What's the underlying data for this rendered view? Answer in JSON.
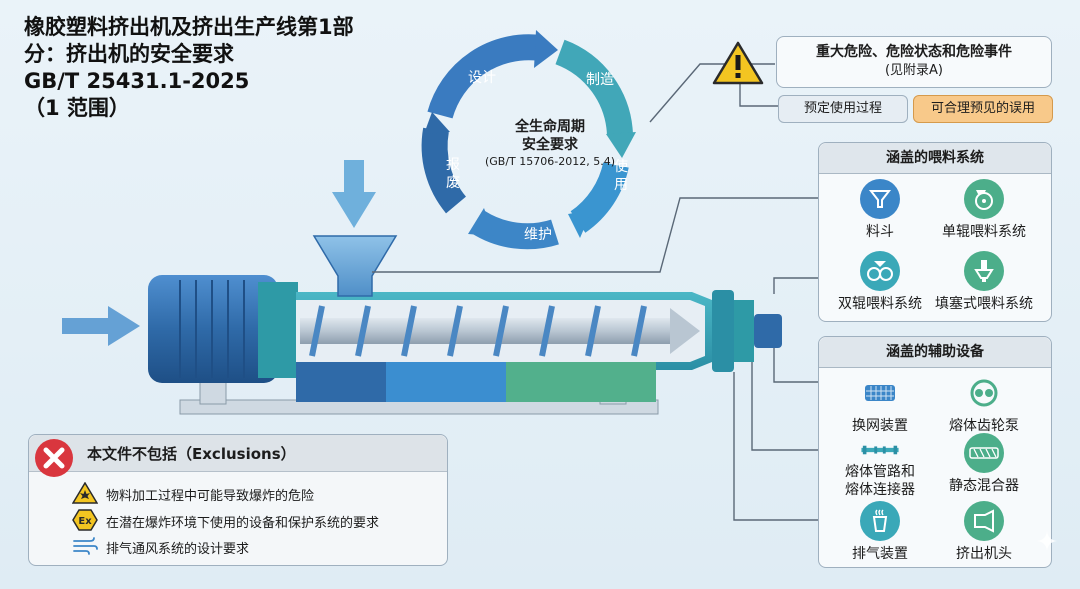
{
  "title": {
    "line1": "橡胶塑料挤出机及挤出生产线第1部",
    "line2": "分：挤出机的安全要求",
    "line3": "GB/T 25431.1-2025",
    "line4": "（1 范围）"
  },
  "lifecycle": {
    "center_line1": "全生命周期",
    "center_line2": "安全要求",
    "center_ref": "(GB/T 15706-2012, 5.4)",
    "stages": [
      "设计",
      "制造",
      "使用",
      "维护",
      "报废"
    ]
  },
  "hazards": {
    "title": "重大危险、危险状态和危险事件",
    "subtitle": "(见附录A)",
    "chip_intended": "预定使用过程",
    "chip_misuse": "可合理预见的误用",
    "icon": "warning-triangle-icon"
  },
  "feeding": {
    "header": "涵盖的喂料系统",
    "items": [
      {
        "label": "料斗",
        "icon": "hopper-icon"
      },
      {
        "label": "单辊喂料系统",
        "icon": "single-roller-icon"
      },
      {
        "label": "双辊喂料系统",
        "icon": "double-roller-icon"
      },
      {
        "label": "填塞式喂料系统",
        "icon": "stuffing-feeder-icon"
      }
    ]
  },
  "auxiliary": {
    "header": "涵盖的辅助设备",
    "items": [
      {
        "label": "换网装置",
        "icon": "screen-changer-icon"
      },
      {
        "label": "熔体齿轮泵",
        "icon": "gear-pump-icon"
      },
      {
        "label": "熔体管路和",
        "label2": "熔体连接器",
        "icon": "melt-pipe-icon"
      },
      {
        "label": "静态混合器",
        "icon": "static-mixer-icon"
      },
      {
        "label": "排气装置",
        "icon": "vent-icon"
      },
      {
        "label": "挤出机头",
        "icon": "extruder-head-icon"
      }
    ]
  },
  "exclusions": {
    "title": "本文件不包括（Exclusions）",
    "items": [
      {
        "text": "物料加工过程中可能导致爆炸的危险",
        "icon": "explosion-warning-icon"
      },
      {
        "text": "在潜在爆炸环境下使用的设备和保护系统的要求",
        "icon": "ex-atex-icon"
      },
      {
        "text": "排气通风系统的设计要求",
        "icon": "ventilation-wind-icon"
      }
    ]
  },
  "colors": {
    "dark_blue": "#2f6aa8",
    "teal": "#36a3a3",
    "green": "#4cae8a",
    "orange_chip": "#f8c98a",
    "red": "#d9363e",
    "warning_yellow": "#f3c521"
  }
}
